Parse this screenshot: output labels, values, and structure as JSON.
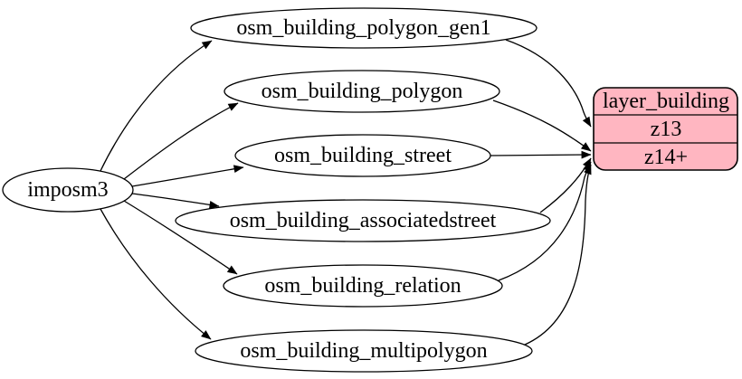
{
  "diagram": {
    "background_color": "#ffffff",
    "line_color": "#000000",
    "source": {
      "label": "imposm3"
    },
    "tables": [
      {
        "label": "osm_building_polygon_gen1"
      },
      {
        "label": "osm_building_polygon"
      },
      {
        "label": "osm_building_street"
      },
      {
        "label": "osm_building_associatedstreet"
      },
      {
        "label": "osm_building_relation"
      },
      {
        "label": "osm_building_multipolygon"
      }
    ],
    "layer": {
      "title": "layer_building",
      "fill": "#ffb6c1",
      "zoom_rows": [
        {
          "label": "z13"
        },
        {
          "label": "z14+"
        }
      ]
    },
    "edges": [
      {
        "from": "imposm3",
        "to": "osm_building_polygon_gen1"
      },
      {
        "from": "imposm3",
        "to": "osm_building_polygon"
      },
      {
        "from": "imposm3",
        "to": "osm_building_street"
      },
      {
        "from": "imposm3",
        "to": "osm_building_associatedstreet"
      },
      {
        "from": "imposm3",
        "to": "osm_building_relation"
      },
      {
        "from": "imposm3",
        "to": "osm_building_multipolygon"
      },
      {
        "from": "osm_building_polygon_gen1",
        "to": "layer_building:z13"
      },
      {
        "from": "osm_building_polygon",
        "to": "layer_building:z14+"
      },
      {
        "from": "osm_building_street",
        "to": "layer_building:z14+"
      },
      {
        "from": "osm_building_associatedstreet",
        "to": "layer_building:z14+"
      },
      {
        "from": "osm_building_relation",
        "to": "layer_building:z14+"
      },
      {
        "from": "osm_building_multipolygon",
        "to": "layer_building:z14+"
      }
    ]
  }
}
